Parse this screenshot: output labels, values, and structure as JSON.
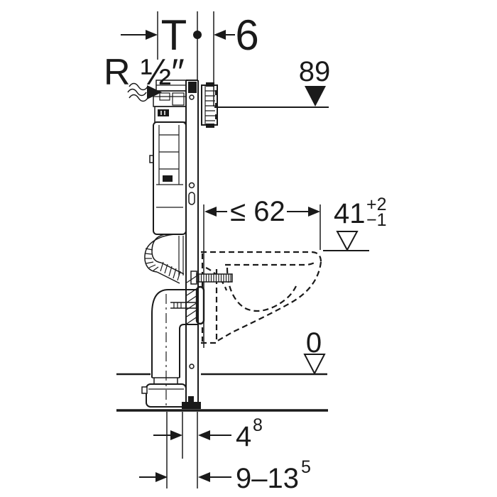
{
  "drawing": {
    "colors": {
      "line": "#1a1a1a",
      "background": "#ffffff"
    },
    "labels": {
      "wall_thickness": "T",
      "top_offset": "6",
      "water_supply": "R ½″",
      "level_top": "89",
      "depth_max": "≤ 62",
      "bowl_height": "41",
      "bowl_height_tol_plus": "+2",
      "bowl_height_tol_minus": "−1",
      "level_floor": "0",
      "outlet_offset": "4",
      "outlet_offset_sup": "8",
      "outlet_range": "9–13",
      "outlet_range_sup": "5"
    }
  }
}
